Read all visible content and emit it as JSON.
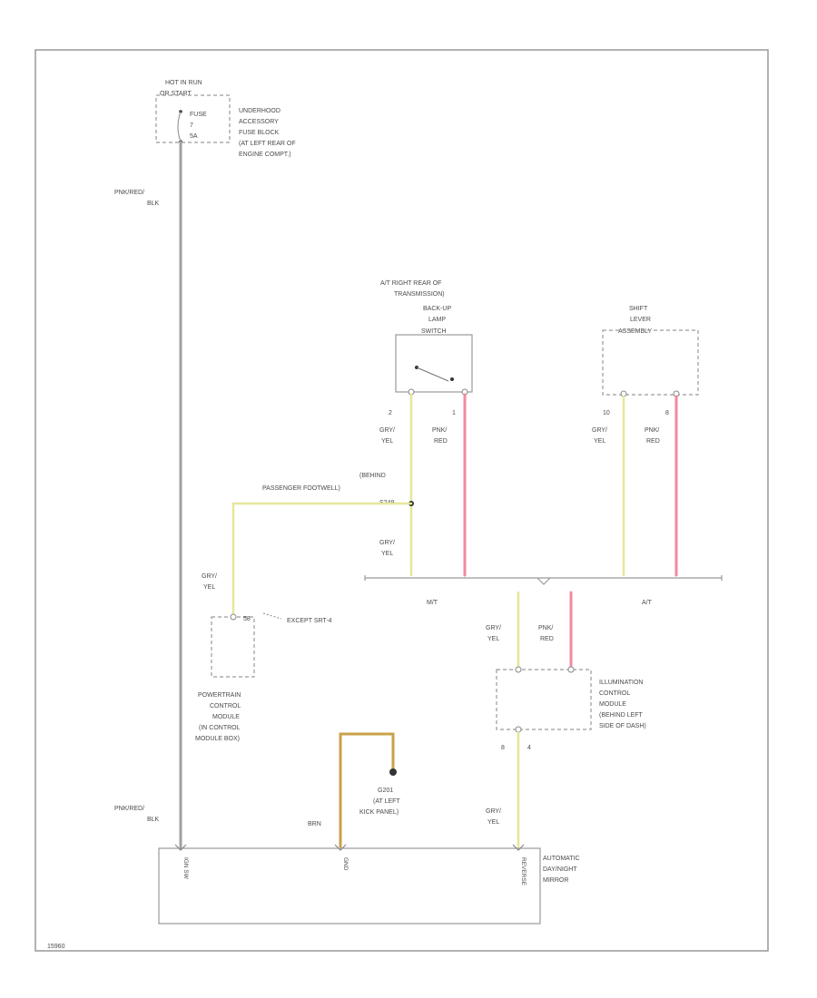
{
  "colors": {
    "wire_gray": "#a0a0a0",
    "wire_yellow": "#e6e69a",
    "wire_pink": "#f08a9c",
    "wire_brown": "#c8a24a",
    "frame": "#999999"
  },
  "fuse_block": {
    "supply": [
      "HOT IN RUN",
      "OR START"
    ],
    "fuse_label": [
      "FUSE",
      "7",
      "5A"
    ],
    "location": [
      "UNDERHOOD",
      "ACCESSORY",
      "FUSE BLOCK",
      "(AT LEFT REAR OF",
      "ENGINE COMPT.)"
    ]
  },
  "wires": {
    "supply_top": [
      "PNK/RED/",
      "BLK"
    ],
    "supply_bottom": [
      "PNK/RED/",
      "BLK"
    ],
    "switch_pin2": [
      "GRY/",
      "YEL"
    ],
    "switch_pin1": [
      "PNK/",
      "RED"
    ],
    "shift_pin10": [
      "GRY/",
      "YEL"
    ],
    "shift_pin8": [
      "PNK/",
      "RED"
    ],
    "splice_drop": [
      "GRY/",
      "YEL"
    ],
    "pcm_feed": [
      "GRY/",
      "YEL"
    ],
    "icm_feed_gy": [
      "GRY/",
      "YEL"
    ],
    "icm_feed_pr": [
      "PNK/",
      "RED"
    ],
    "ground_wire": "BRN",
    "mirror_reverse": [
      "GRY/",
      "YEL"
    ]
  },
  "backup_switch": {
    "location": [
      "A/T RIGHT REAR OF",
      "TRANSMISSION)"
    ],
    "name": [
      "BACK-UP",
      "LAMP",
      "SWITCH"
    ],
    "pins": [
      "2",
      "1"
    ]
  },
  "shift_lever": {
    "name": [
      "SHIFT",
      "LEVER",
      "ASSEMBLY"
    ],
    "pins": [
      "10",
      "8"
    ]
  },
  "splice": {
    "location": [
      "(BEHIND",
      "PASSENGER FOOTWELL)"
    ],
    "id": "S249"
  },
  "options": {
    "mt": "M/T",
    "at": "A/T"
  },
  "pcm": {
    "pin": "58",
    "note": "EXCEPT SRT-4",
    "name": [
      "POWERTRAIN",
      "CONTROL",
      "MODULE",
      "(IN CONTROL",
      "MODULE BOX)"
    ]
  },
  "icm": {
    "name": [
      "ILLUMINATION",
      "CONTROL",
      "MODULE",
      "(BEHIND LEFT",
      "SIDE OF DASH)"
    ],
    "pins": [
      "8",
      "4"
    ]
  },
  "ground": {
    "name": [
      "G201",
      "(AT LEFT",
      "KICK PANEL)"
    ]
  },
  "mirror": {
    "name": [
      "AUTOMATIC",
      "DAY/NIGHT",
      "MIRROR"
    ],
    "terminals": [
      "IGN SW",
      "GND",
      "REVERSE"
    ]
  },
  "footer": {
    "code": "15960"
  }
}
